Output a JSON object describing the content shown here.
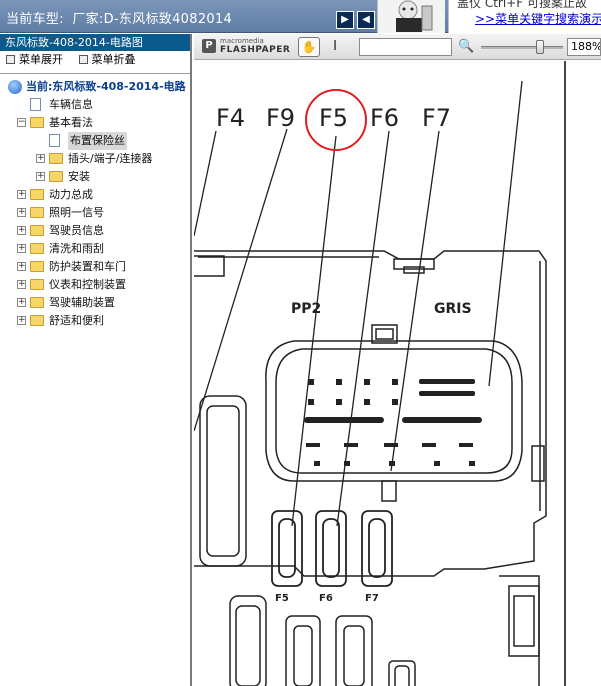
{
  "header": {
    "label": "当前车型:",
    "value": "厂家:D-东风标致4082014"
  },
  "hint": {
    "line1": "盖仅 Ctrl+F 可搜案止故",
    "line2": ">>菜单关键字搜索演示"
  },
  "sidebar": {
    "doc_title": "东风标致-408-2014-电路图",
    "expand_all": "菜单展开",
    "collapse_all": "菜单折叠",
    "tree": [
      {
        "label": "当前:东风标致-408-2014-电路",
        "level": 0,
        "type": "root"
      },
      {
        "label": "车辆信息",
        "level": 1,
        "type": "page"
      },
      {
        "label": "基本看法",
        "level": 1,
        "type": "folder",
        "expanded": true
      },
      {
        "label": "布置保险丝",
        "level": 2,
        "type": "page",
        "selected": true
      },
      {
        "label": "插头/端子/连接器",
        "level": 2,
        "type": "folder"
      },
      {
        "label": "安装",
        "level": 2,
        "type": "folder"
      },
      {
        "label": "动力总成",
        "level": 1,
        "type": "folder"
      },
      {
        "label": "照明一信号",
        "level": 1,
        "type": "folder"
      },
      {
        "label": "驾驶员信息",
        "level": 1,
        "type": "folder"
      },
      {
        "label": "清洗和雨刮",
        "level": 1,
        "type": "folder"
      },
      {
        "label": "防护装置和车门",
        "level": 1,
        "type": "folder"
      },
      {
        "label": "仪表和控制装置",
        "level": 1,
        "type": "folder"
      },
      {
        "label": "驾驶辅助装置",
        "level": 1,
        "type": "folder"
      },
      {
        "label": "舒适和便利",
        "level": 1,
        "type": "folder"
      }
    ]
  },
  "viewer": {
    "logo_top": "macromedia",
    "logo_bottom": "FLASHPAPER",
    "zoom_value": "188%",
    "find_value": "",
    "highlight_color": "#e02020"
  },
  "diagram": {
    "fuse_labels": [
      "F4",
      "F9",
      "F5",
      "F6",
      "F7"
    ],
    "highlighted_fuse": "F5",
    "connector_labels": [
      "PP2",
      "GRIS"
    ],
    "bottom_fuse_labels": [
      "F5",
      "F6",
      "F7"
    ]
  }
}
